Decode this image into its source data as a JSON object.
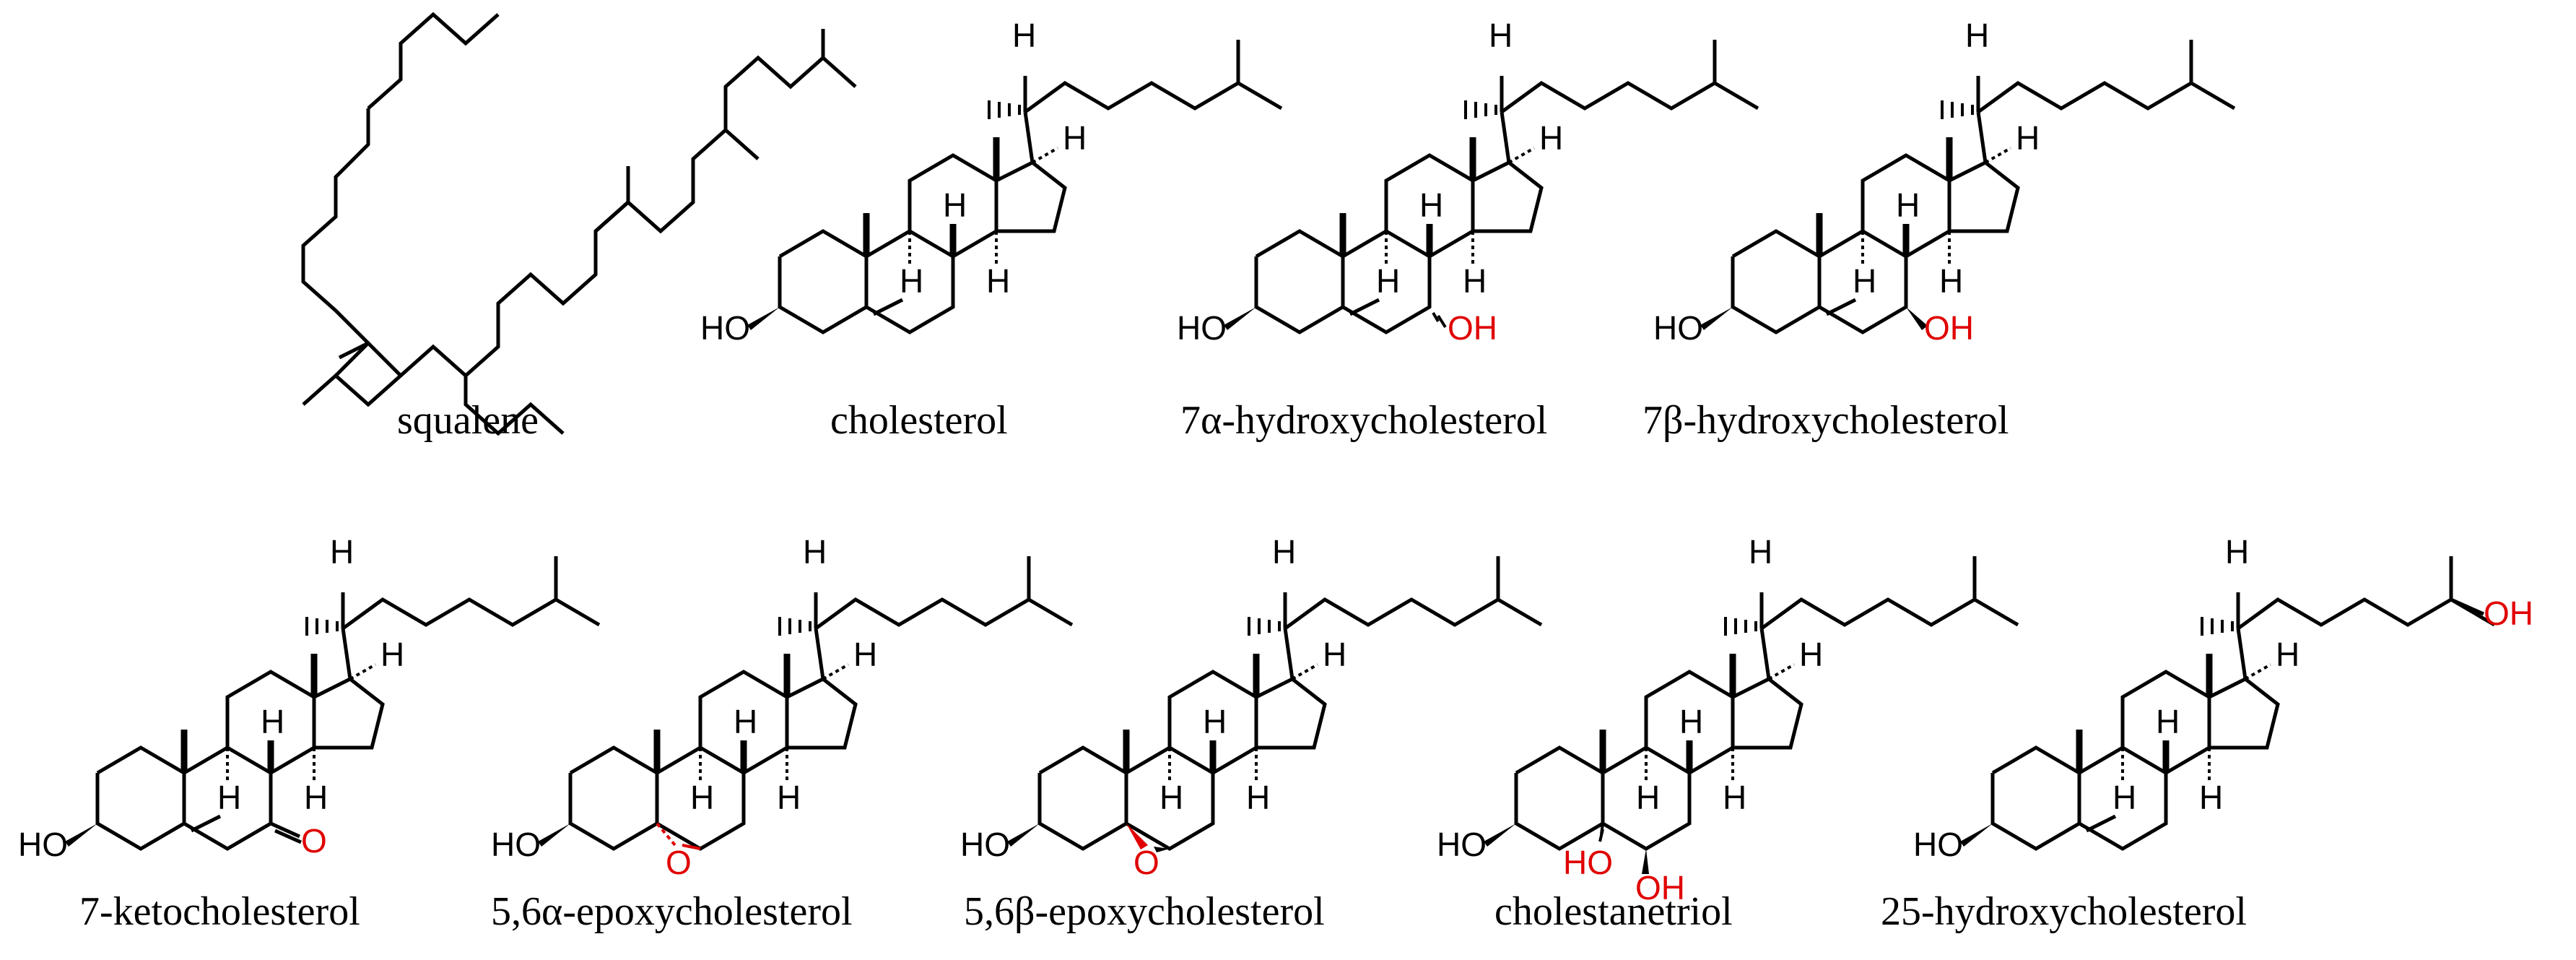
{
  "colors": {
    "bond": "#000000",
    "highlight": "#e00000",
    "background": "#ffffff"
  },
  "atom_labels": {
    "H": "H",
    "HO": "HO",
    "OH": "OH",
    "O": "O"
  },
  "compounds": [
    {
      "id": "squalene",
      "name": "squalene"
    },
    {
      "id": "cholesterol",
      "name": "cholesterol"
    },
    {
      "id": "7a-hydroxycholesterol",
      "name": "7α-hydroxycholesterol"
    },
    {
      "id": "7b-hydroxycholesterol",
      "name": "7β-hydroxycholesterol"
    },
    {
      "id": "7-ketocholesterol",
      "name": "7-ketocholesterol"
    },
    {
      "id": "56a-epoxycholesterol",
      "name": "5,6α-epoxycholesterol"
    },
    {
      "id": "56b-epoxycholesterol",
      "name": "5,6β-epoxycholesterol"
    },
    {
      "id": "cholestanetriol",
      "name": "cholestanetriol"
    },
    {
      "id": "25-hydroxycholesterol",
      "name": "25-hydroxycholesterol"
    }
  ]
}
